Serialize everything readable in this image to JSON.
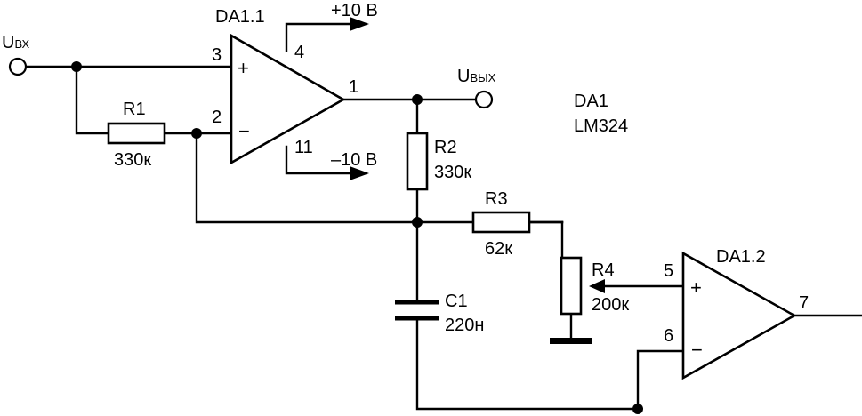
{
  "opamp_top": {
    "name": "DA1.1",
    "pin_plus": "3",
    "pin_minus": "2",
    "pin_out": "1",
    "pin_vplus": "4",
    "pin_vminus": "11",
    "plus_sign": "+",
    "minus_sign": "−"
  },
  "opamp_bottom": {
    "name": "DA1.2",
    "pin_plus": "5",
    "pin_minus": "6",
    "pin_out": "7",
    "plus_sign": "+",
    "minus_sign": "−"
  },
  "supply": {
    "pos": "+10 В",
    "neg": "–10 В"
  },
  "chip": {
    "line1": "DA1",
    "line2": "LM324"
  },
  "input": {
    "main": "U",
    "sub": "ВХ"
  },
  "output": {
    "main": "U",
    "sub": "ВЫХ"
  },
  "R1": {
    "name": "R1",
    "value": "330к"
  },
  "R2": {
    "name": "R2",
    "value": "330к"
  },
  "R3": {
    "name": "R3",
    "value": "62к"
  },
  "R4": {
    "name": "R4",
    "value": "200к"
  },
  "C1": {
    "name": "C1",
    "value": "220н"
  }
}
